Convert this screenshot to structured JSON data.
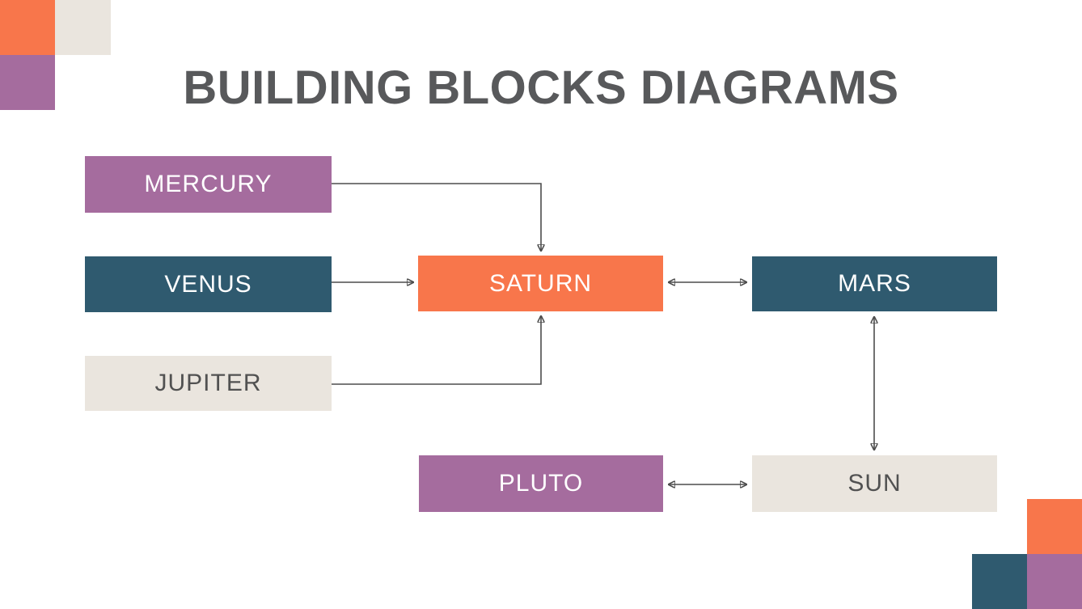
{
  "slide": {
    "title": "BUILDING BLOCKS DIAGRAMS"
  },
  "colors": {
    "orange": "#F8764B",
    "purple": "#A56C9E",
    "teal": "#2F5A6F",
    "beige": "#EAE5DE",
    "title_text": "#58595B",
    "dark_text": "#515151",
    "light_text": "#FFFFFF",
    "connector": "#4D4D4D"
  },
  "nodes": {
    "mercury": {
      "label": "MERCURY",
      "color": "purple"
    },
    "venus": {
      "label": "VENUS",
      "color": "teal"
    },
    "jupiter": {
      "label": "JUPITER",
      "color": "beige"
    },
    "saturn": {
      "label": "SATURN",
      "color": "orange"
    },
    "mars": {
      "label": "MARS",
      "color": "teal"
    },
    "pluto": {
      "label": "PLUTO",
      "color": "purple"
    },
    "sun": {
      "label": "SUN",
      "color": "beige"
    }
  },
  "edges": [
    {
      "from": "MERCURY",
      "to": "SATURN",
      "arrow": "one-way"
    },
    {
      "from": "VENUS",
      "to": "SATURN",
      "arrow": "one-way"
    },
    {
      "from": "JUPITER",
      "to": "SATURN",
      "arrow": "one-way"
    },
    {
      "from": "SATURN",
      "to": "MARS",
      "arrow": "two-way"
    },
    {
      "from": "MARS",
      "to": "SUN",
      "arrow": "two-way"
    },
    {
      "from": "PLUTO",
      "to": "SUN",
      "arrow": "two-way"
    }
  ],
  "decor": {
    "top_left_squares": [
      "orange",
      "beige",
      "purple"
    ],
    "bottom_right_squares": [
      "orange",
      "teal",
      "purple"
    ]
  }
}
